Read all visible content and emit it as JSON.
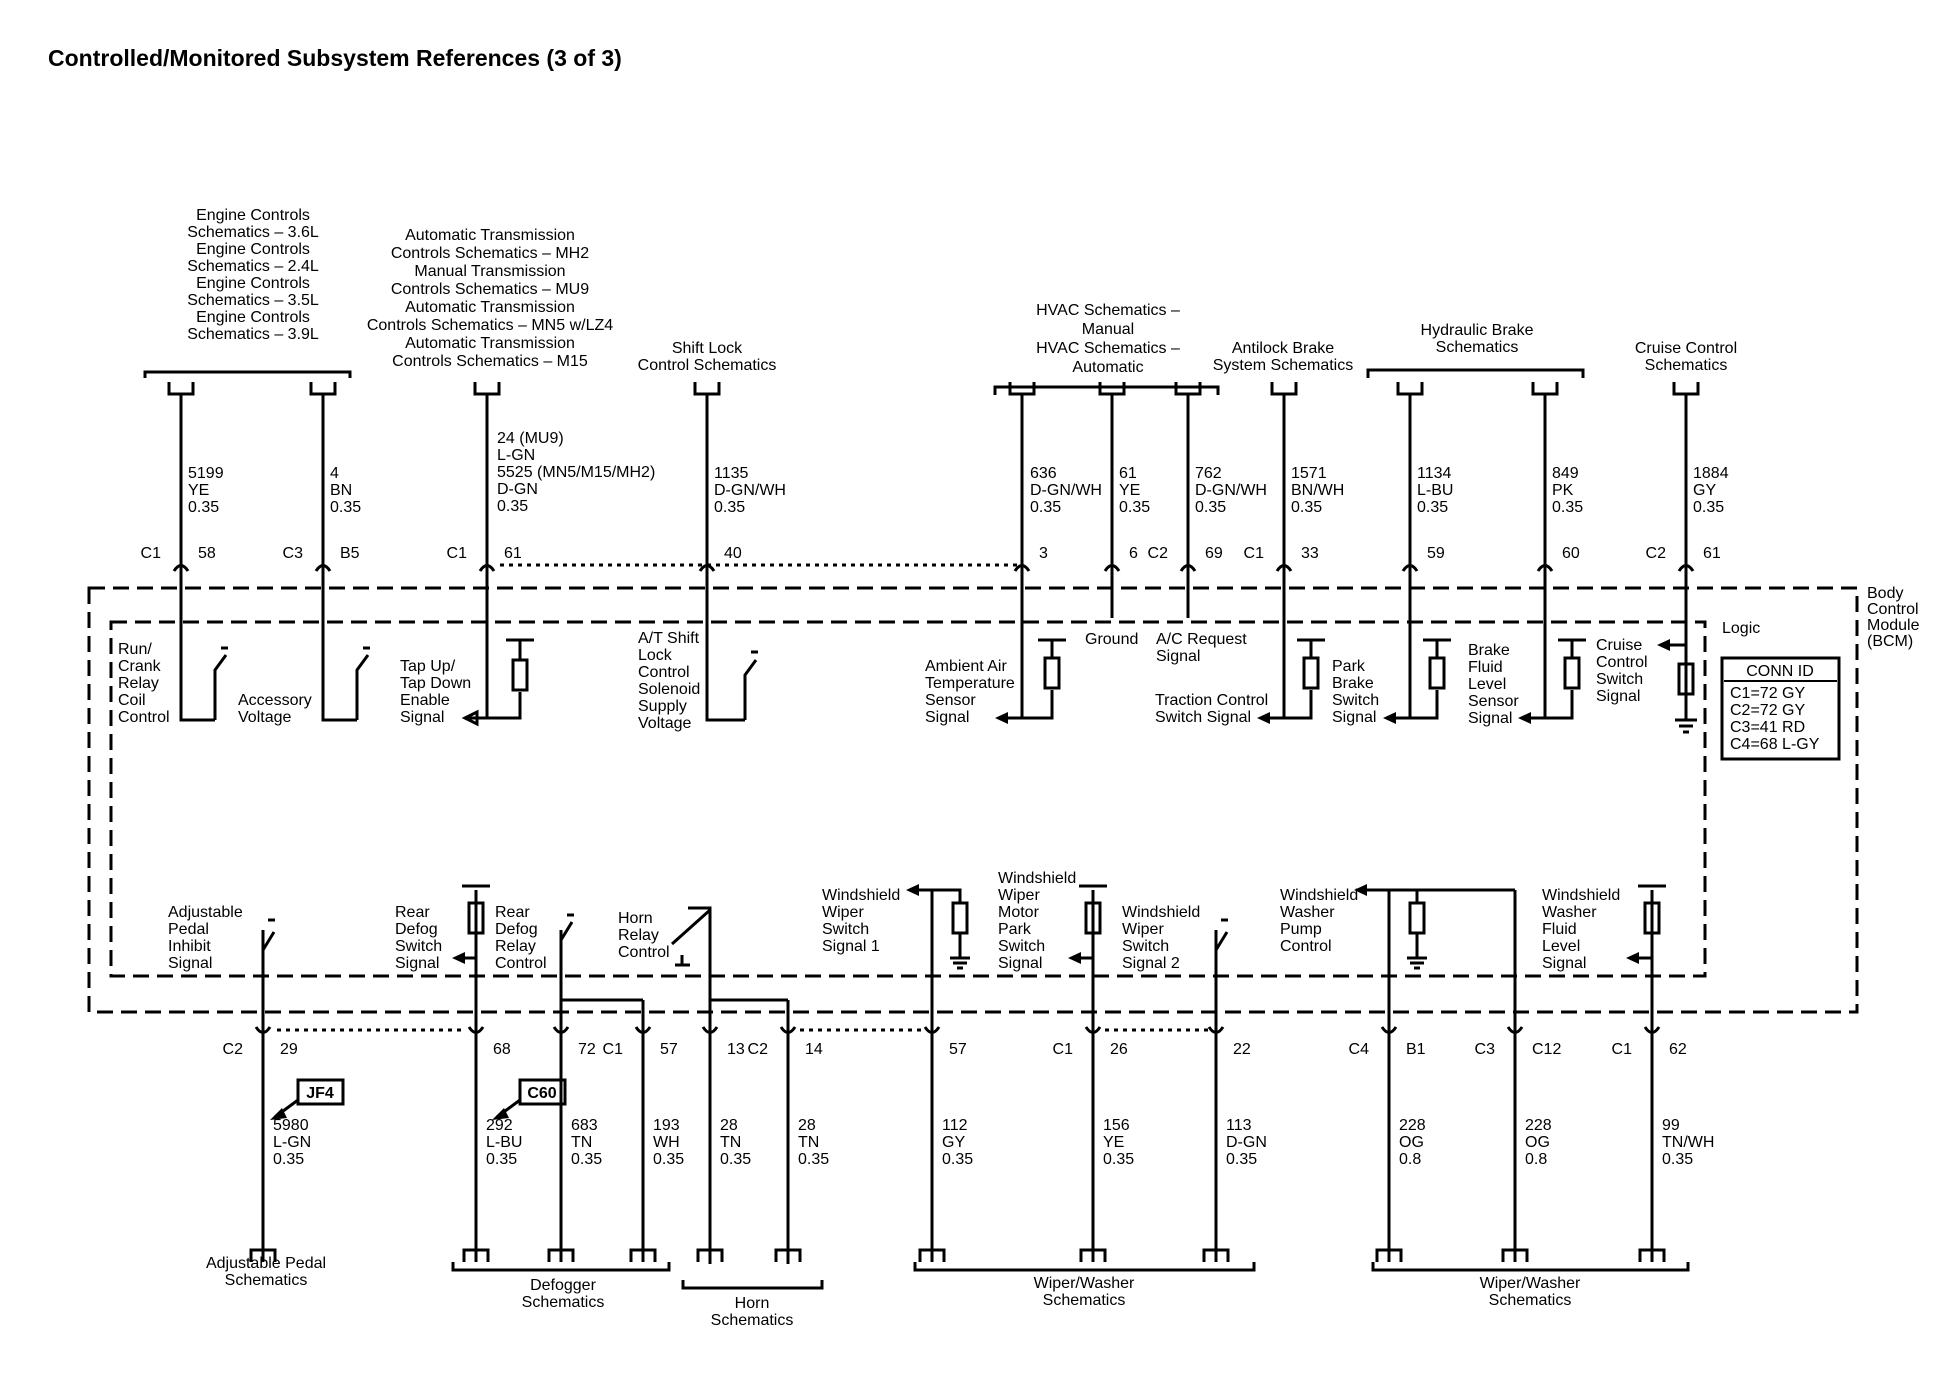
{
  "title": "Controlled/Monitored Subsystem References (3 of 3)",
  "module": {
    "name": [
      "Body",
      "Control",
      "Module",
      "(BCM)"
    ],
    "logic_label": "Logic"
  },
  "conn_id": {
    "header": "CONN ID",
    "lines": [
      "C1=72 GY",
      "C2=72 GY",
      "C3=41 RD",
      "C4=68 L-GY"
    ]
  },
  "top_refs": [
    {
      "lines": [
        "Engine Controls",
        "Schematics – 3.6L",
        "Engine Controls",
        "Schematics – 2.4L",
        "Engine Controls",
        "Schematics – 3.5L",
        "Engine Controls",
        "Schematics – 3.9L"
      ]
    },
    {
      "lines": [
        "Automatic Transmission",
        "Controls Schematics – MH2",
        "Manual Transmission",
        "Controls Schematics – MU9",
        "Automatic Transmission",
        "Controls Schematics – MN5 w/LZ4",
        "Automatic Transmission",
        "Controls Schematics – M15"
      ]
    },
    {
      "lines": [
        "Shift Lock",
        "Control Schematics"
      ]
    },
    {
      "lines": [
        "HVAC Schematics –",
        "Manual",
        "HVAC Schematics –",
        "Automatic"
      ]
    },
    {
      "lines": [
        "Antilock Brake",
        "System Schematics"
      ]
    },
    {
      "lines": [
        "Hydraulic Brake",
        "Schematics"
      ]
    },
    {
      "lines": [
        "Cruise Control",
        "Schematics"
      ]
    }
  ],
  "top_wires": [
    {
      "lines": [
        "5199",
        "YE",
        "0.35"
      ],
      "conn": "C1",
      "pin": "58"
    },
    {
      "lines": [
        "4",
        "BN",
        "0.35"
      ],
      "conn": "C3",
      "pin": "B5"
    },
    {
      "lines": [
        "24 (MU9)",
        "L-GN",
        "5525 (MN5/M15/MH2)",
        "D-GN",
        "0.35"
      ],
      "conn": "C1",
      "pin": "61"
    },
    {
      "lines": [
        "1135",
        "D-GN/WH",
        "0.35"
      ],
      "conn": "",
      "pin": "40"
    },
    {
      "lines": [
        "636",
        "D-GN/WH",
        "0.35"
      ],
      "conn": "",
      "pin": "3"
    },
    {
      "lines": [
        "61",
        "YE",
        "0.35"
      ],
      "conn": "",
      "pin": "6"
    },
    {
      "lines": [
        "762",
        "D-GN/WH",
        "0.35"
      ],
      "conn": "C2",
      "pin": "69"
    },
    {
      "lines": [
        "1571",
        "BN/WH",
        "0.35"
      ],
      "conn": "C1",
      "pin": "33"
    },
    {
      "lines": [
        "1134",
        "L-BU",
        "0.35"
      ],
      "conn": "",
      "pin": "59"
    },
    {
      "lines": [
        "849",
        "PK",
        "0.35"
      ],
      "conn": "",
      "pin": "60"
    },
    {
      "lines": [
        "1884",
        "GY",
        "0.35"
      ],
      "conn": "C2",
      "pin": "61"
    }
  ],
  "top_signals": [
    {
      "lines": [
        "Run/",
        "Crank",
        "Relay",
        "Coil",
        "Control"
      ]
    },
    {
      "lines": [
        "Accessory",
        "Voltage"
      ]
    },
    {
      "lines": [
        "Tap Up/",
        "Tap Down",
        "Enable",
        "Signal"
      ]
    },
    {
      "lines": [
        "A/T Shift",
        "Lock",
        "Control",
        "Solenoid",
        "Supply",
        "Voltage"
      ]
    },
    {
      "lines": [
        "Ambient Air",
        "Temperature",
        "Sensor",
        "Signal"
      ]
    },
    {
      "lines": [
        "Ground"
      ]
    },
    {
      "lines": [
        "A/C Request",
        "Signal"
      ]
    },
    {
      "lines": [
        "Traction Control",
        "Switch Signal"
      ]
    },
    {
      "lines": [
        "Park",
        "Brake",
        "Switch",
        "Signal"
      ]
    },
    {
      "lines": [
        "Brake",
        "Fluid",
        "Level",
        "Sensor",
        "Signal"
      ]
    },
    {
      "lines": [
        "Cruise",
        "Control",
        "Switch",
        "Signal"
      ]
    }
  ],
  "bottom_signals": [
    {
      "lines": [
        "Adjustable",
        "Pedal",
        "Inhibit",
        "Signal"
      ]
    },
    {
      "lines": [
        "Rear",
        "Defog",
        "Switch",
        "Signal"
      ]
    },
    {
      "lines": [
        "Rear",
        "Defog",
        "Relay",
        "Control"
      ]
    },
    {
      "lines": [
        "Horn",
        "Relay",
        "Control"
      ]
    },
    {
      "lines": [
        "Windshield",
        "Wiper",
        "Switch",
        "Signal 1"
      ]
    },
    {
      "lines": [
        "Windshield",
        "Wiper",
        "Motor",
        "Park",
        "Switch",
        "Signal"
      ]
    },
    {
      "lines": [
        "Windshield",
        "Wiper",
        "Switch",
        "Signal 2"
      ]
    },
    {
      "lines": [
        "Windshield",
        "Washer",
        "Pump",
        "Control"
      ]
    },
    {
      "lines": [
        "Windshield",
        "Washer",
        "Fluid",
        "Level",
        "Signal"
      ]
    }
  ],
  "bottom_pins": [
    {
      "conn": "C2",
      "pin": "29"
    },
    {
      "conn": "",
      "pin": "68"
    },
    {
      "conn": "",
      "pin": "72"
    },
    {
      "conn": "C1",
      "pin": "57"
    },
    {
      "conn": "",
      "pin": "13"
    },
    {
      "conn": "C2",
      "pin": "14"
    },
    {
      "conn": "",
      "pin": "57"
    },
    {
      "conn": "C1",
      "pin": "26"
    },
    {
      "conn": "",
      "pin": "22"
    },
    {
      "conn": "C4",
      "pin": "B1"
    },
    {
      "conn": "C3",
      "pin": "C12"
    },
    {
      "conn": "C1",
      "pin": "62"
    }
  ],
  "bottom_wires": [
    {
      "lines": [
        "5980",
        "L-GN",
        "0.35"
      ]
    },
    {
      "lines": [
        "292",
        "L-BU",
        "0.35"
      ]
    },
    {
      "lines": [
        "683",
        "TN",
        "0.35"
      ]
    },
    {
      "lines": [
        "193",
        "WH",
        "0.35"
      ]
    },
    {
      "lines": [
        "28",
        "TN",
        "0.35"
      ]
    },
    {
      "lines": [
        "28",
        "TN",
        "0.35"
      ]
    },
    {
      "lines": [
        "112",
        "GY",
        "0.35"
      ]
    },
    {
      "lines": [
        "156",
        "YE",
        "0.35"
      ]
    },
    {
      "lines": [
        "113",
        "D-GN",
        "0.35"
      ]
    },
    {
      "lines": [
        "228",
        "OG",
        "0.8"
      ]
    },
    {
      "lines": [
        "228",
        "OG",
        "0.8"
      ]
    },
    {
      "lines": [
        "99",
        "TN/WH",
        "0.35"
      ]
    }
  ],
  "splice_tags": [
    "JF4",
    "C60"
  ],
  "bottom_refs": [
    {
      "lines": [
        "Adjustable Pedal",
        "Schematics"
      ]
    },
    {
      "lines": [
        "Defogger",
        "Schematics"
      ]
    },
    {
      "lines": [
        "Horn",
        "Schematics"
      ]
    },
    {
      "lines": [
        "Wiper/Washer",
        "Schematics"
      ]
    },
    {
      "lines": [
        "Wiper/Washer",
        "Schematics"
      ]
    }
  ]
}
